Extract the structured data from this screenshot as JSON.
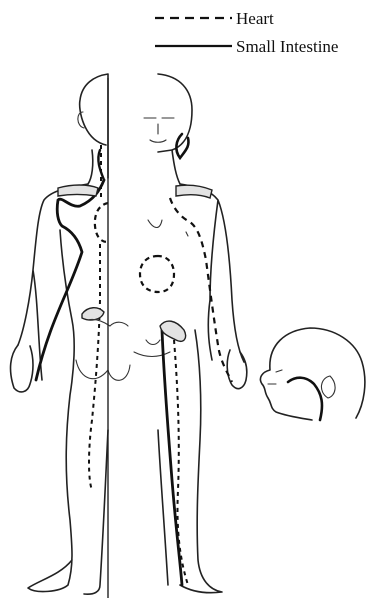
{
  "legend": {
    "items": [
      {
        "label": "Heart",
        "line_style": "dashed"
      },
      {
        "label": "Small Intestine",
        "line_style": "solid"
      }
    ]
  },
  "figures": [
    "back-view-figure",
    "front-view-figure",
    "head-profile-figure"
  ],
  "colors": {
    "line": "#111111",
    "outline": "#222222",
    "shade": "#e3e3e3",
    "background": "#ffffff"
  }
}
